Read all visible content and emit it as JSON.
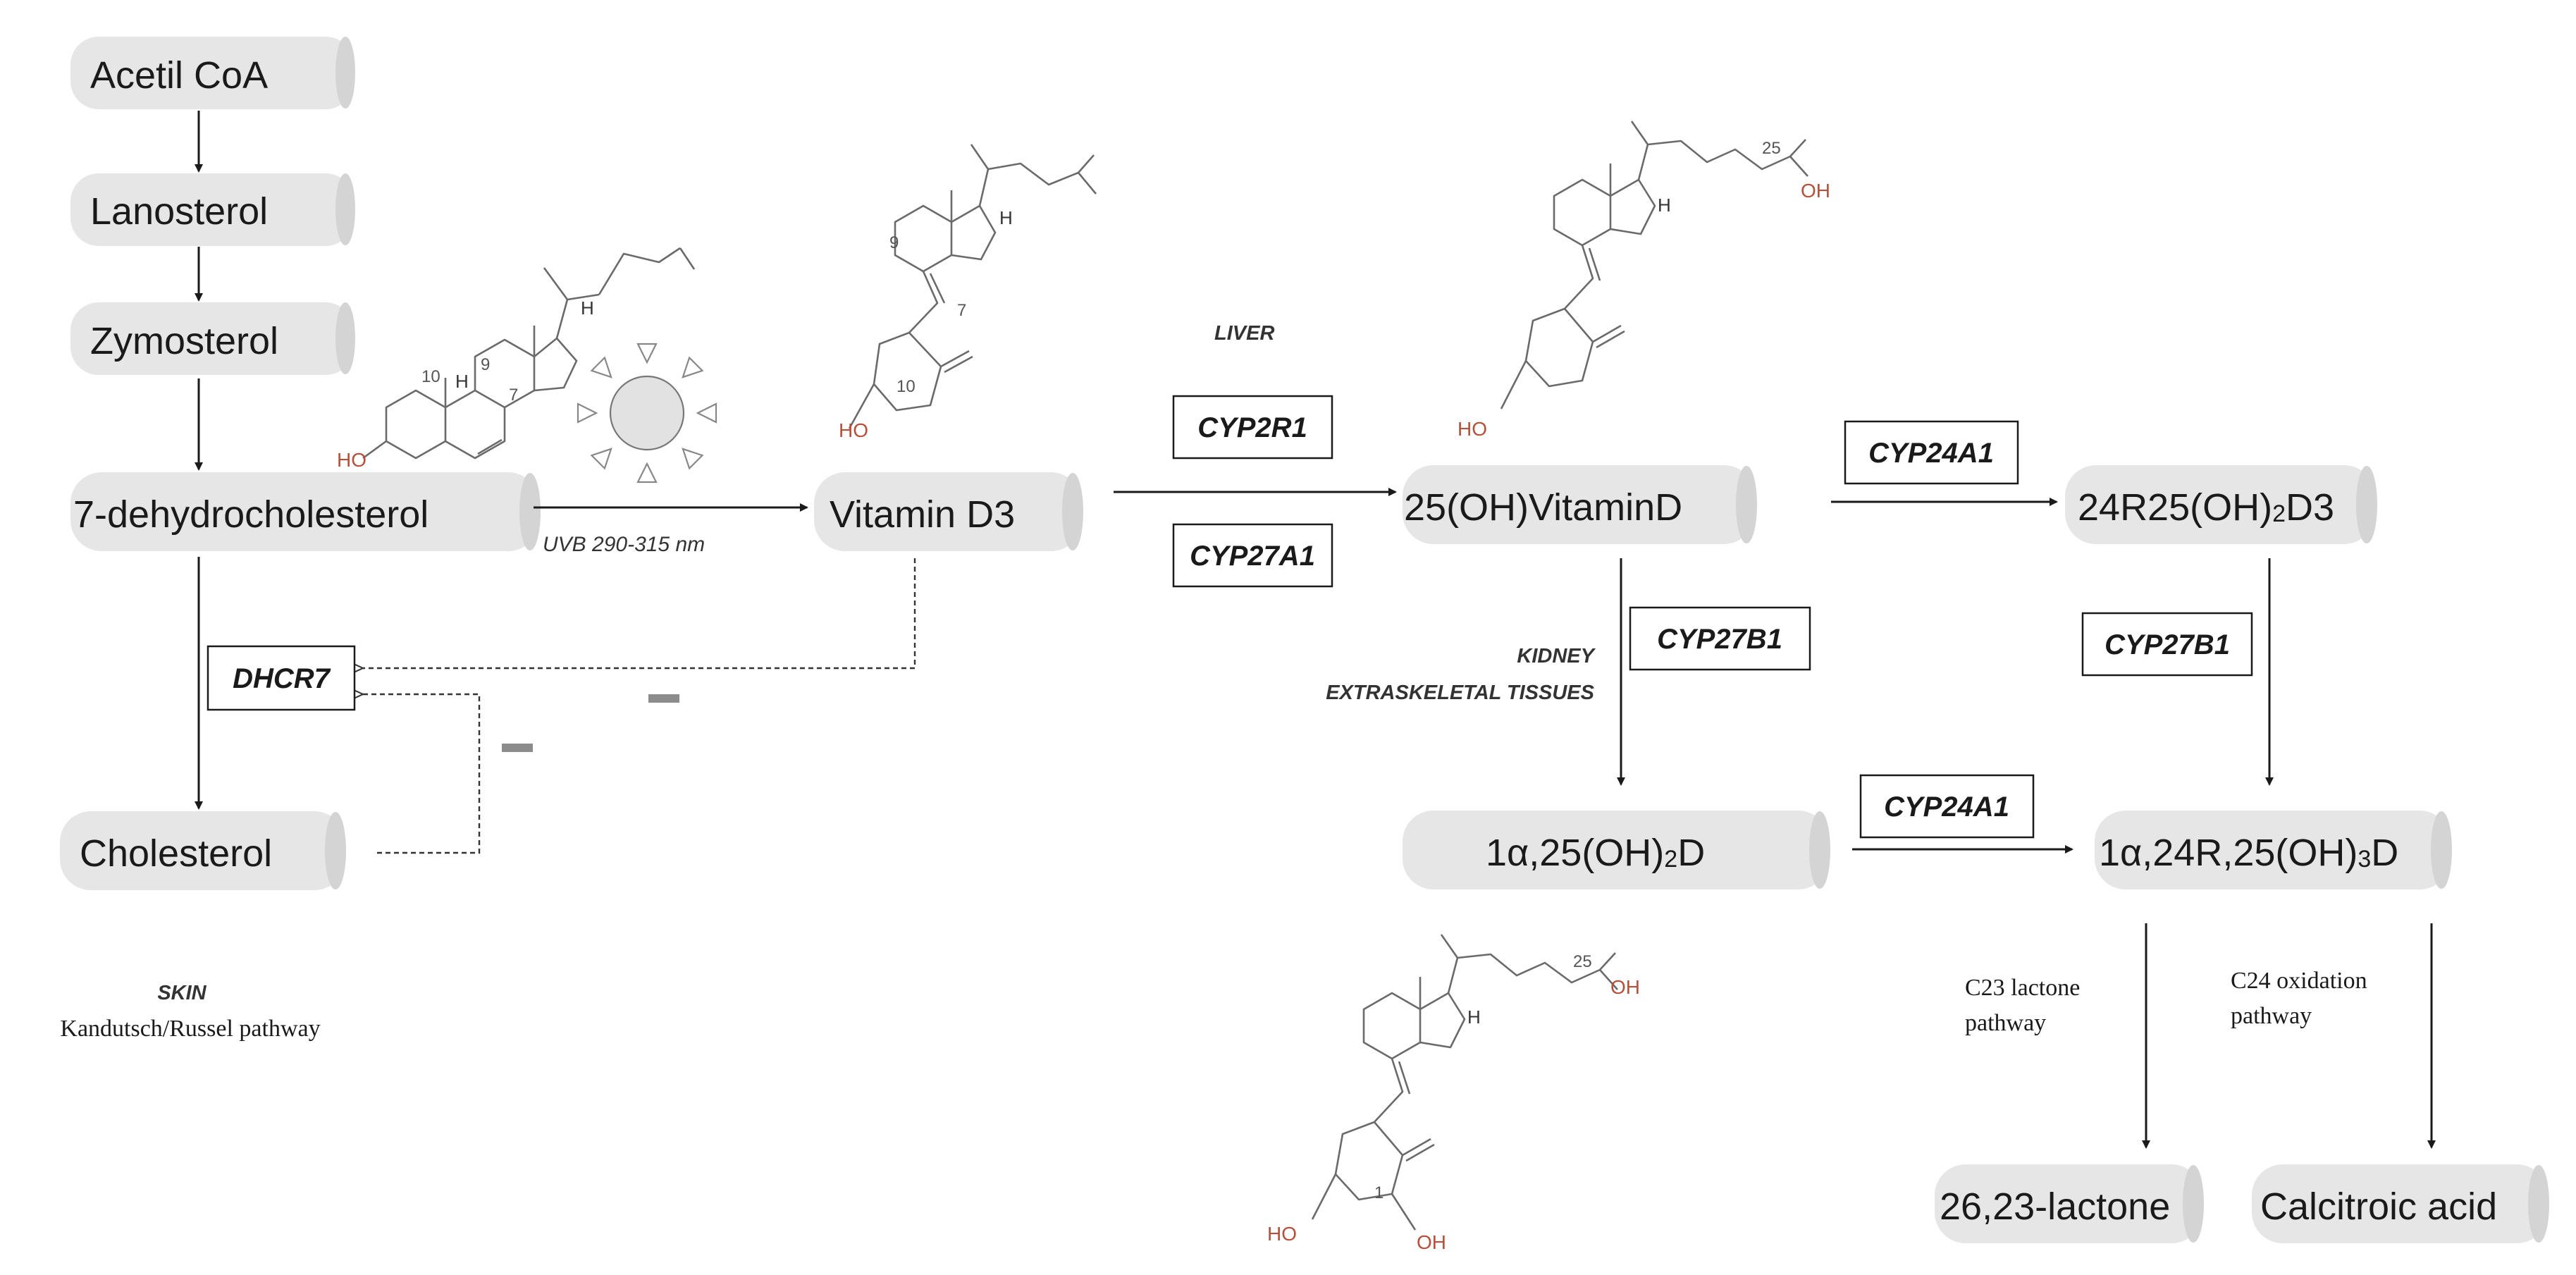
{
  "nodes": {
    "acetil_coa": "Acetil CoA",
    "lanosterol": "Lanosterol",
    "zymosterol": "Zymosterol",
    "dehydrocholesterol": "7-dehydrocholesterol",
    "cholesterol": "Cholesterol",
    "vitamin_d3": "Vitamin D3",
    "hydroxy_vitd": "25(OH)VitaminD",
    "d24r25_pre": "24R25(OH)",
    "d24r25_sub": "2",
    "d24r25_post": "D3",
    "d125_pre": "1α,25(OH)",
    "d125_sub": "2",
    "d125_post": "D",
    "d12425_pre": "1α,24R,25(OH)",
    "d12425_sub": "3",
    "d12425_post": "D",
    "lactone": "26,23-lactone",
    "calcitroic": "Calcitroic acid"
  },
  "enzymes": {
    "dhcr7": "DHCR7",
    "cyp2r1": "CYP2R1",
    "cyp27a1": "CYP27A1",
    "cyp24a1_top": "CYP24A1",
    "cyp27b1_left": "CYP27B1",
    "cyp27b1_right": "CYP27B1",
    "cyp24a1_bottom": "CYP24A1"
  },
  "labels": {
    "uvb": "UVB 290-315 nm",
    "liver": "LIVER",
    "kidney": "KIDNEY",
    "extraskeletal": "EXTRASKELETAL TISSUES",
    "skin": "SKIN",
    "kandutsch": "Kandutsch/Russel  pathway",
    "c23_line1": "C23 lactone",
    "c23_line2": "pathway",
    "c24_line1": "C24 oxidation",
    "c24_line2": "pathway"
  },
  "structure_labels": {
    "ho": "HO",
    "oh": "OH",
    "h": "H",
    "num_10": "10",
    "num_9": "9",
    "num_7": "7",
    "num_25": "25",
    "num_1": "1"
  },
  "colors": {
    "node_fill": "#e6e6e6",
    "node_end": "#d4d4d4",
    "hydroxyl": "#b5503a",
    "inhibition": "#8c8c8c",
    "sun": "#e2e2e2"
  }
}
